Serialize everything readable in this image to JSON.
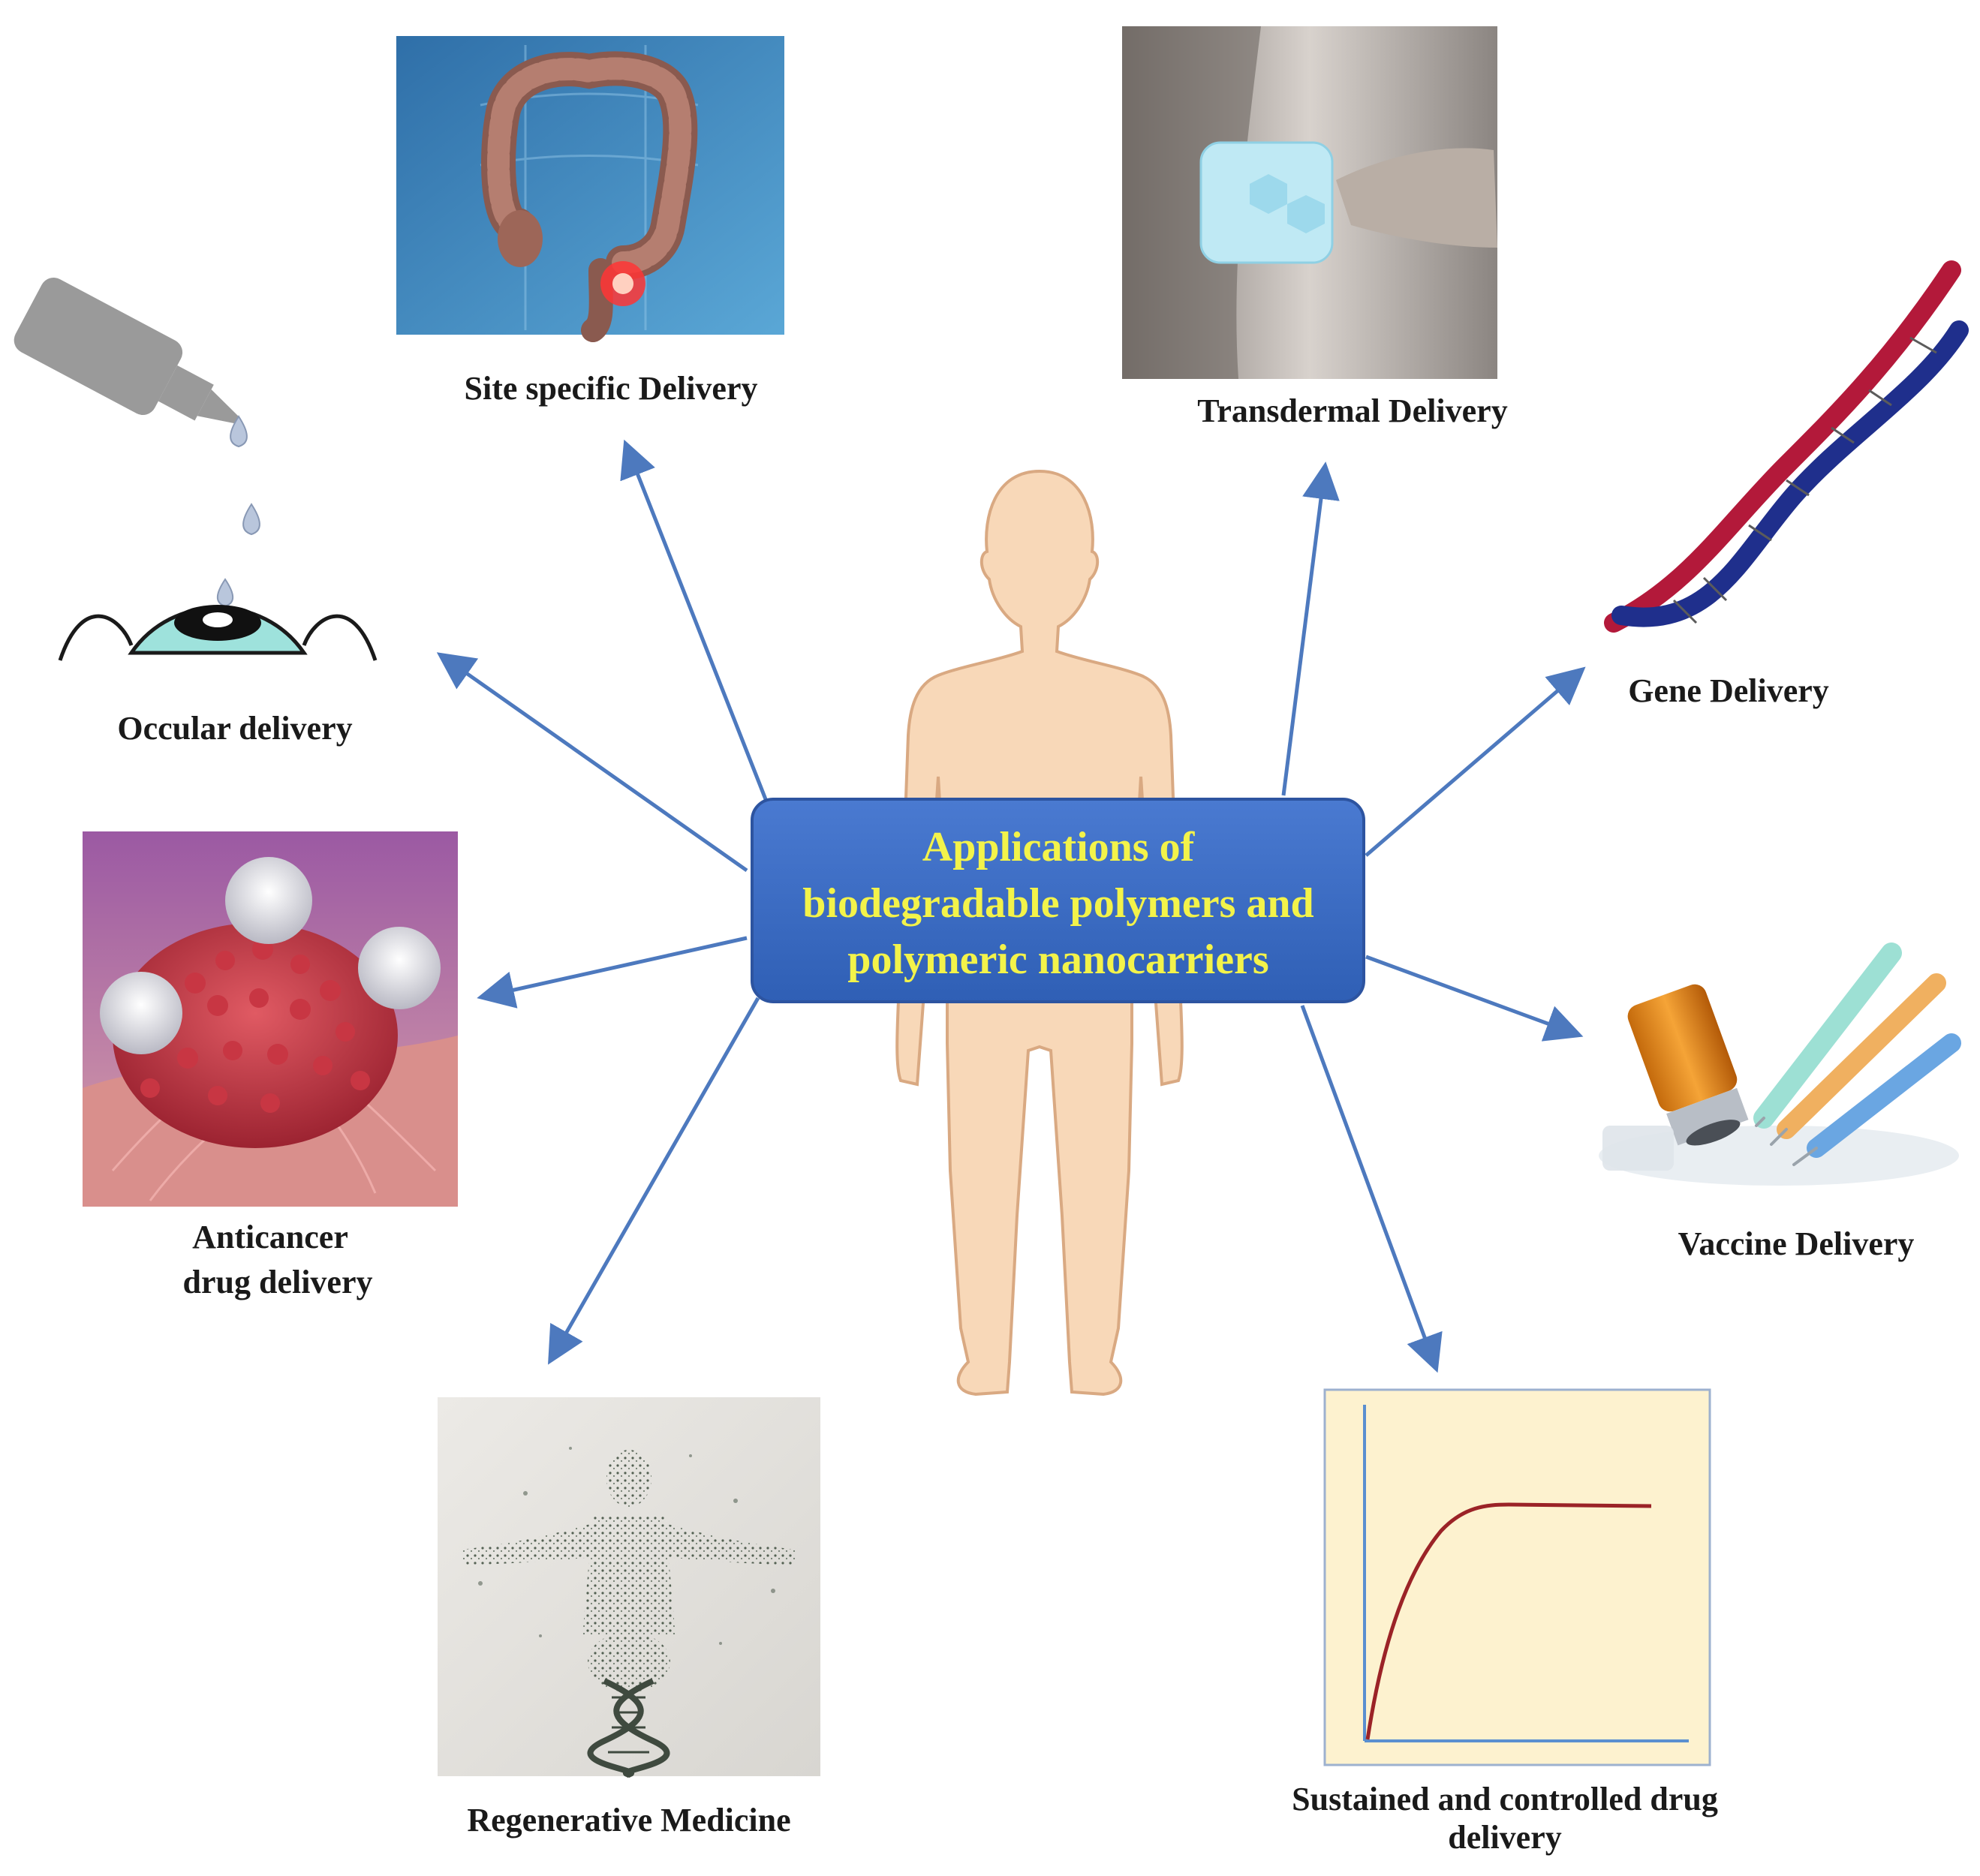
{
  "center": {
    "line1": "Applications of",
    "line2": "biodegradable polymers and",
    "line3": "polymeric nanocarriers",
    "bg_color": "#3f6cc4",
    "text_color": "#f3f34a"
  },
  "applications": {
    "site_specific": "Site specific Delivery",
    "transdermal": "Transdermal Delivery",
    "occular": "Occular delivery",
    "gene": "Gene Delivery",
    "anticancer_line1": "Anticancer",
    "anticancer_line2": "drug delivery",
    "vaccine": "Vaccine Delivery",
    "regenerative": "Regenerative Medicine",
    "sustained_line1": "Sustained and controlled drug",
    "sustained_line2": "delivery"
  },
  "icons": {
    "body": "human-body-silhouette",
    "colon": "colon-illustration",
    "patch": "transdermal-patch-photo",
    "eye": "eye-drop-illustration",
    "dna": "dna-helix-illustration",
    "cancer": "cancer-cell-illustration",
    "vaccine": "vaccine-vials-illustration",
    "regen": "particle-human-dna-illustration",
    "release": "release-profile-graph"
  },
  "colors": {
    "arrow": "#4d79be",
    "skin": "#f8d8b8",
    "skin_outline": "#d9a982",
    "dna_red": "#b3193a",
    "dna_blue": "#1f2f8c",
    "graph_bg": "#fdf2cf",
    "graph_curve": "#9b2327",
    "graph_axis": "#5a8fd0"
  }
}
